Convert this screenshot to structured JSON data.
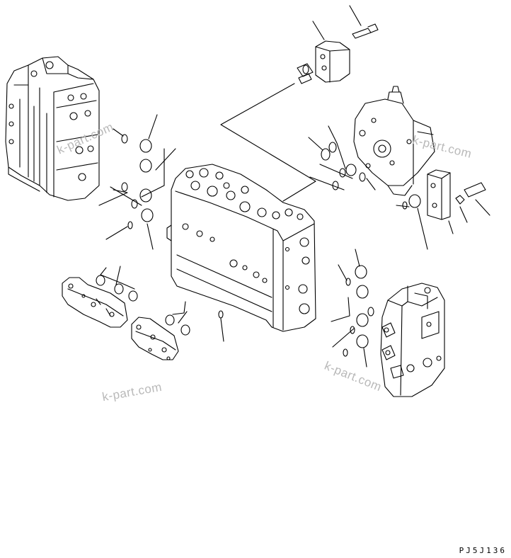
{
  "watermarks": [
    "k-part.com",
    "k-part.com",
    "k-part.com",
    "k-part.com"
  ],
  "drawing_code": "PJ5J136",
  "colors": {
    "line": "#000000",
    "watermark": "#b9b9b9",
    "background": "#ffffff"
  }
}
